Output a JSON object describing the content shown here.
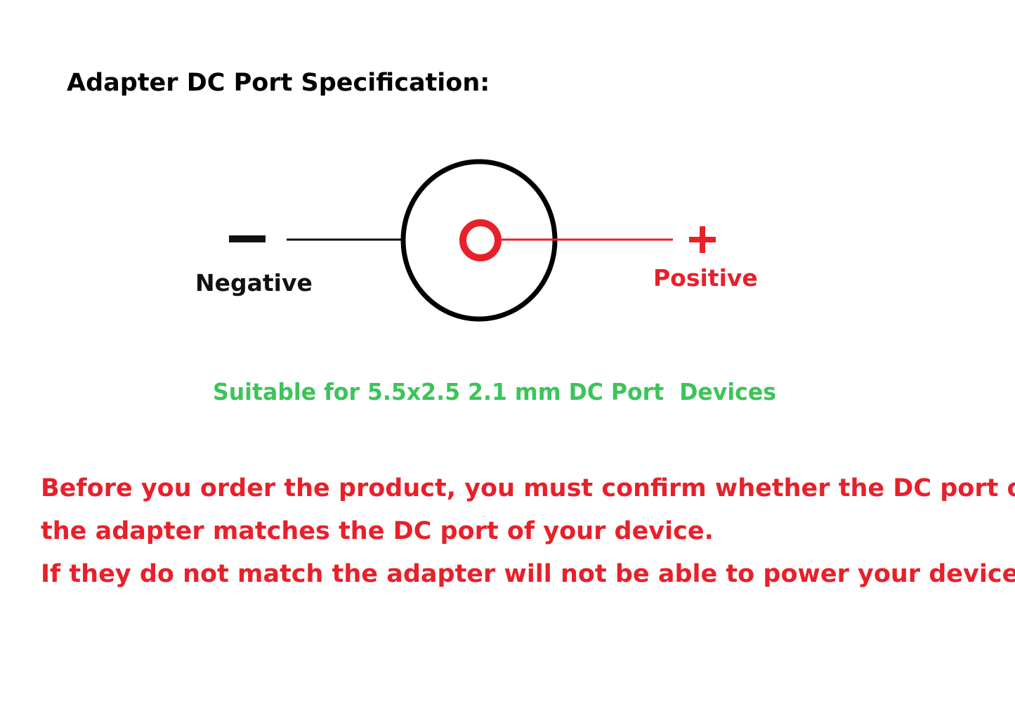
{
  "title": "Adapter DC Port Specification:",
  "diagram": {
    "negative_symbol": "−",
    "negative_label": "Negative",
    "positive_symbol": "+",
    "positive_label": "Positive",
    "suitability_note": "Suitable for 5.5x2.5 2.1 mm DC Port  Devices"
  },
  "warning": {
    "line1": "Before you order the product, you must confirm whether the DC port of",
    "line2": "the adapter matches the DC port of your device.",
    "line3": "If they do not match the adapter will not be able to power your device."
  },
  "colors": {
    "title": "#000000",
    "negative": "#111111",
    "positive": "#e8202a",
    "suitability": "#3cc45a",
    "warning": "#e8202a",
    "outer_ring": "#000000",
    "center_pin": "#e8202a"
  }
}
